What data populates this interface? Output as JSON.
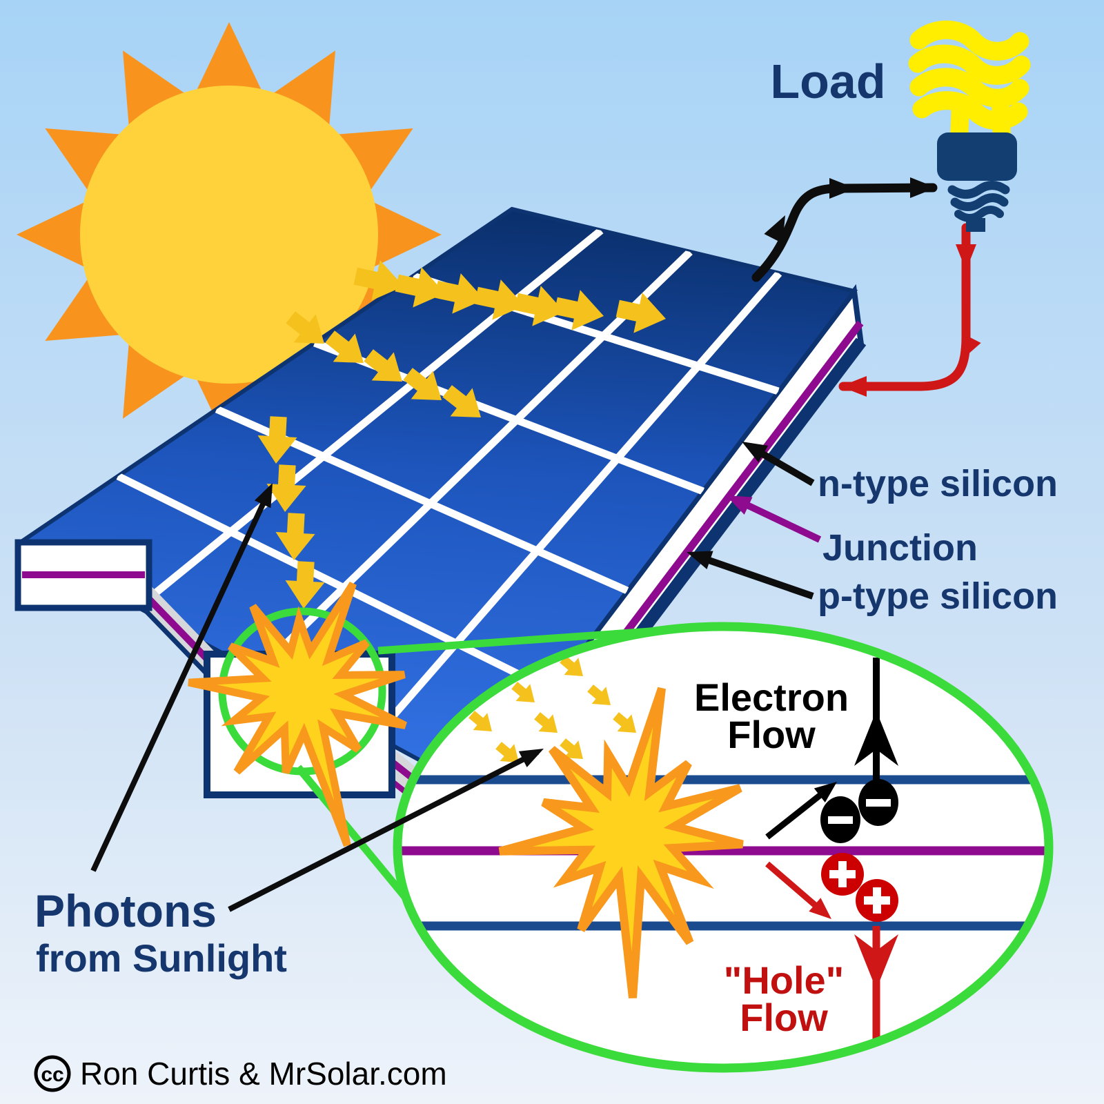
{
  "labels": {
    "load": "Load",
    "n_type_silicon": "n-type silicon",
    "junction": "Junction",
    "p_type_silicon": "p-type silicon",
    "electron_flow_1": "Electron",
    "electron_flow_2": "Flow",
    "hole_flow_1": "\"Hole\"",
    "hole_flow_2": "Flow",
    "photons_1": "Photons",
    "photons_2": "from Sunlight",
    "credit": "Ron Curtis & MrSolar.com",
    "cc_icon": "cc",
    "minus_symbol": "–",
    "plus_symbol": "+"
  },
  "colors": {
    "sky_top": "#a7d3f6",
    "sky_mid": "#cfe2f5",
    "sky_bottom": "#eef3fa",
    "sun_ray": "#f8941d",
    "sun_core": "#ffd23b",
    "panel_dark": "#0a2f6b",
    "panel_mid": "#1d55bc",
    "panel_light": "#3473e6",
    "grid_white": "#ffffff",
    "navy_edge": "#0d3470",
    "junction_purple": "#8e0a8e",
    "cut_gray": "#d5d7db",
    "photon_gold": "#f5c21d",
    "starburst_fill": "#ffd21e",
    "starburst_stroke": "#f8981d",
    "magnifier_green": "#3cdb3c",
    "contact_blue": "#1b4b8f",
    "electron_black": "#000000",
    "hole_red": "#cc0000",
    "wire_black": "#0d0d0d",
    "wire_red": "#cf1717",
    "label_navy": "#16376e",
    "hole_text_red": "#c01010",
    "bulb_navy": "#133e71",
    "bulb_yellow": "#ffee00",
    "credit_black": "#000000"
  }
}
